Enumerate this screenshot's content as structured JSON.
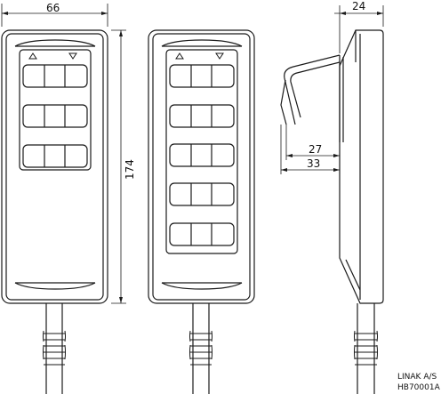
{
  "dimensions": {
    "width_top": "66",
    "height_side": "174",
    "depth_top": "24",
    "hook_inner": "27",
    "hook_outer": "33"
  },
  "caption": {
    "company": "LINAK A/S",
    "code": "HB70001A"
  },
  "icons": {
    "arrow_up": "triangle-up",
    "arrow_down": "triangle-down"
  }
}
